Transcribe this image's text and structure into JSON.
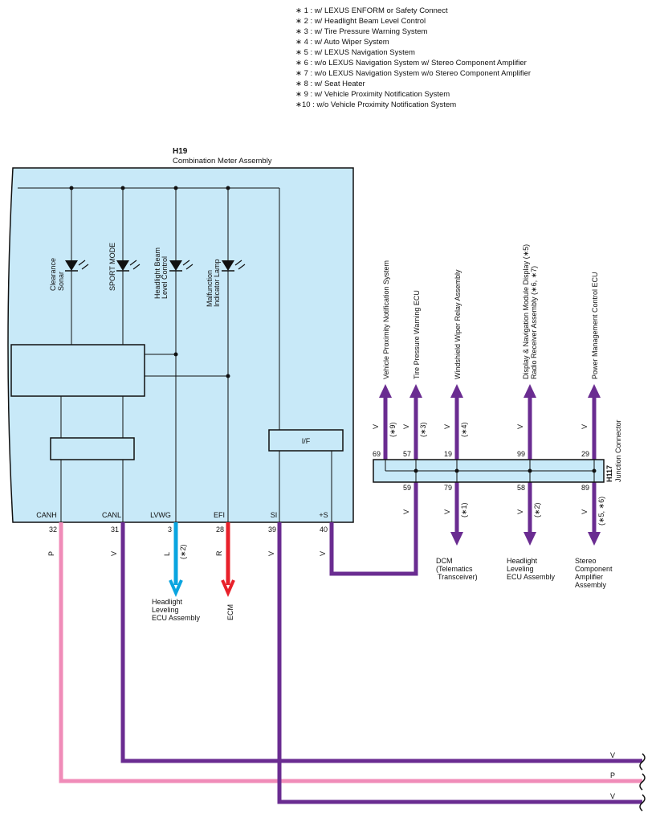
{
  "legend": [
    "∗ 1 : w/ LEXUS ENFORM or Safety Connect",
    "∗ 2 : w/ Headlight Beam Level Control",
    "∗ 3 : w/ Tire Pressure Warning System",
    "∗ 4 : w/ Auto Wiper System",
    "∗ 5 : w/ LEXUS Navigation System",
    "∗ 6 : w/o LEXUS Navigation System w/ Stereo Component Amplifier",
    "∗ 7 : w/o LEXUS Navigation System w/o Stereo Component Amplifier",
    "∗ 8 : w/ Seat Heater",
    "∗ 9 : w/ Vehicle Proximity Notification System",
    "∗10 : w/o Vehicle Proximity Notification System"
  ],
  "meter": {
    "code": "H19",
    "name": "Combination Meter Assembly",
    "indicators": [
      {
        "line1": "Clearance",
        "line2": "Sonar"
      },
      {
        "line1": "SPORT MODE",
        "line2": ""
      },
      {
        "line1": "Headlight Beam",
        "line2": "Level Control"
      },
      {
        "line1": "Malfunction",
        "line2": "Indicator Lamp"
      }
    ],
    "if_label": "I/F",
    "terminals": [
      {
        "name": "CANH",
        "pin": "32",
        "color": "P"
      },
      {
        "name": "CANL",
        "pin": "31",
        "color": "V"
      },
      {
        "name": "LVWG",
        "pin": "3",
        "color": "L",
        "note": "(∗2)"
      },
      {
        "name": "EFI",
        "pin": "28",
        "color": "R"
      },
      {
        "name": "SI",
        "pin": "39",
        "color": "V"
      },
      {
        "name": "+S",
        "pin": "40",
        "color": "V"
      }
    ],
    "dest_headlight": [
      "Headlight",
      "Leveling",
      "ECU Assembly"
    ],
    "dest_ecm": "ECM"
  },
  "junction": {
    "code": "H117",
    "name": "Junction Connector",
    "top_wires": [
      {
        "dest": "Vehicle Proximity Notification System",
        "pin": "69",
        "color": "V",
        "note": "(∗9)"
      },
      {
        "dest": "Tire Pressure Warning ECU",
        "pin": "57",
        "color": "V",
        "note": "(∗3)"
      },
      {
        "dest": "Windshield Wiper Relay Assembly",
        "pin": "19",
        "color": "V",
        "note": "(∗4)"
      },
      {
        "dest": "Display & Navigation Module Display (∗5)",
        "dest2": "Radio Receiver Assembly (∗6, ∗7)",
        "pin": "99",
        "color": "V",
        "note": ""
      },
      {
        "dest": "Power Management Control ECU",
        "pin": "29",
        "color": "V",
        "note": ""
      }
    ],
    "bottom_wires": [
      {
        "pin": "59",
        "color": "V",
        "note": ""
      },
      {
        "pin": "79",
        "color": "V",
        "note": "(∗1)",
        "dest": [
          "DCM",
          "(Telematics",
          "Transceiver)"
        ]
      },
      {
        "pin": "58",
        "color": "V",
        "note": "(∗2)",
        "dest": [
          "Headlight",
          "Leveling",
          "ECU Assembly"
        ]
      },
      {
        "pin": "89",
        "color": "V",
        "note": "(∗5, ∗6)",
        "dest": [
          "Stereo",
          "Component",
          "Amplifier",
          "Assembly"
        ]
      }
    ]
  },
  "bus_labels": [
    "V",
    "P",
    "V"
  ],
  "colors": {
    "V": "#6a2c91",
    "P": "#f08cb8",
    "L": "#0aa5e0",
    "R": "#e8202a",
    "box_fill": "#c8e9f8"
  }
}
